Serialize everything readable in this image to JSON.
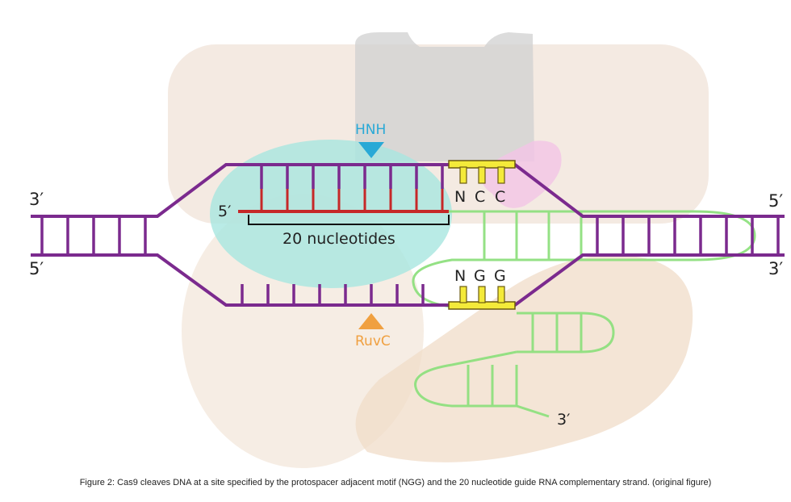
{
  "labels": {
    "left_top_end": "3′",
    "left_bottom_end": "5′",
    "right_top_end": "5′",
    "right_bottom_end": "3′",
    "guide_five_prime": "5′",
    "guide_rna_three_prime": "3′",
    "hnh": "HNH",
    "ruvc": "RuvC",
    "nucleotides": "20 nucleotides",
    "pam_top": [
      "N",
      "C",
      "C"
    ],
    "pam_bottom": [
      "N",
      "G",
      "G"
    ]
  },
  "caption": "Figure 2: Cas9 cleaves DNA at a site specified by the protospacer adjacent motif (NGG) and the 20 nucleotide guide RNA complementary strand. (original figure)",
  "colors": {
    "dna": "#7b2a8e",
    "guide": "#c62828",
    "rna": "#8fe07f",
    "pam": "#f4ea3a",
    "hnh": "#29a9d6",
    "ruvc": "#f0a040",
    "protein_lobe": "#e8d4c2",
    "grey_domain": "#c8c8c8",
    "cyan_domain": "#a8e8e0",
    "pink_domain": "#f0c0e4"
  }
}
